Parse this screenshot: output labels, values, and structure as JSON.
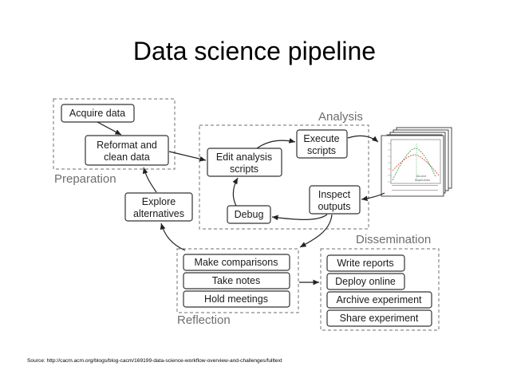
{
  "slide": {
    "title": "Data science pipeline",
    "source": "Source: http://cacm.acm.org/blogs/blog-cacm/169199-data-science-workflow-overview-and-challenges/fulltext"
  },
  "groups": {
    "preparation": "Preparation",
    "analysis": "Analysis",
    "dissemination": "Dissemination",
    "reflection": "Reflection"
  },
  "nodes": {
    "acquire": [
      "Acquire data"
    ],
    "reformat": [
      "Reformat and",
      "clean data"
    ],
    "edit": [
      "Edit analysis",
      "scripts"
    ],
    "execute": [
      "Execute",
      "scripts"
    ],
    "inspect": [
      "Inspect",
      "outputs"
    ],
    "debug": [
      "Debug"
    ],
    "explore": [
      "Explore",
      "alternatives"
    ]
  },
  "reflection_items": [
    "Make comparisons",
    "Take notes",
    "Hold meetings"
  ],
  "dissemination_items": [
    "Write reports",
    "Deploy online",
    "Archive experiment",
    "Share experiment"
  ],
  "output_thumbnail": {
    "legend_lines": [
      "Source",
      "Duplicates"
    ]
  },
  "colors": {
    "dashed_border": "#8a8a8a",
    "node_border": "#333333",
    "arrow": "#222222",
    "group_label": "#6e6e6e",
    "plot_green": "#2e9d3a",
    "plot_red": "#d23c3c"
  }
}
